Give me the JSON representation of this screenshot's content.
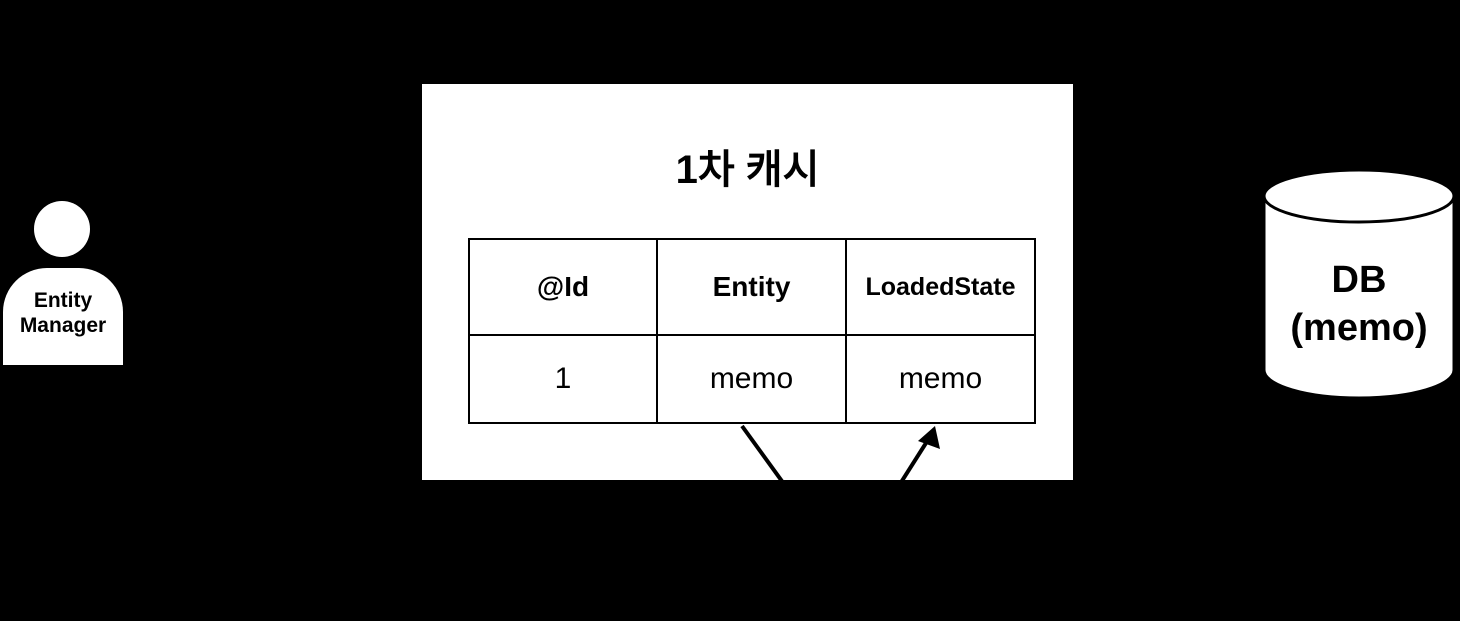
{
  "diagram": {
    "background_color": "#000000",
    "shape_fill": "#ffffff",
    "stroke_color": "#000000",
    "actor": {
      "name": "Entity Manager",
      "label_line1": "Entity",
      "label_line2": "Manager"
    },
    "cache": {
      "title": "1차 캐시",
      "table": {
        "headers": [
          "@Id",
          "Entity",
          "LoadedState"
        ],
        "rows": [
          [
            "1",
            "memo",
            "memo"
          ]
        ]
      }
    },
    "database": {
      "label_line1": "DB",
      "label_line2": "(memo)"
    },
    "connectors": [
      {
        "name": "entity-connector",
        "from": "Entity cell",
        "arrowhead": false
      },
      {
        "name": "loadedstate-connector",
        "to": "LoadedState cell",
        "arrowhead": true
      }
    ]
  }
}
